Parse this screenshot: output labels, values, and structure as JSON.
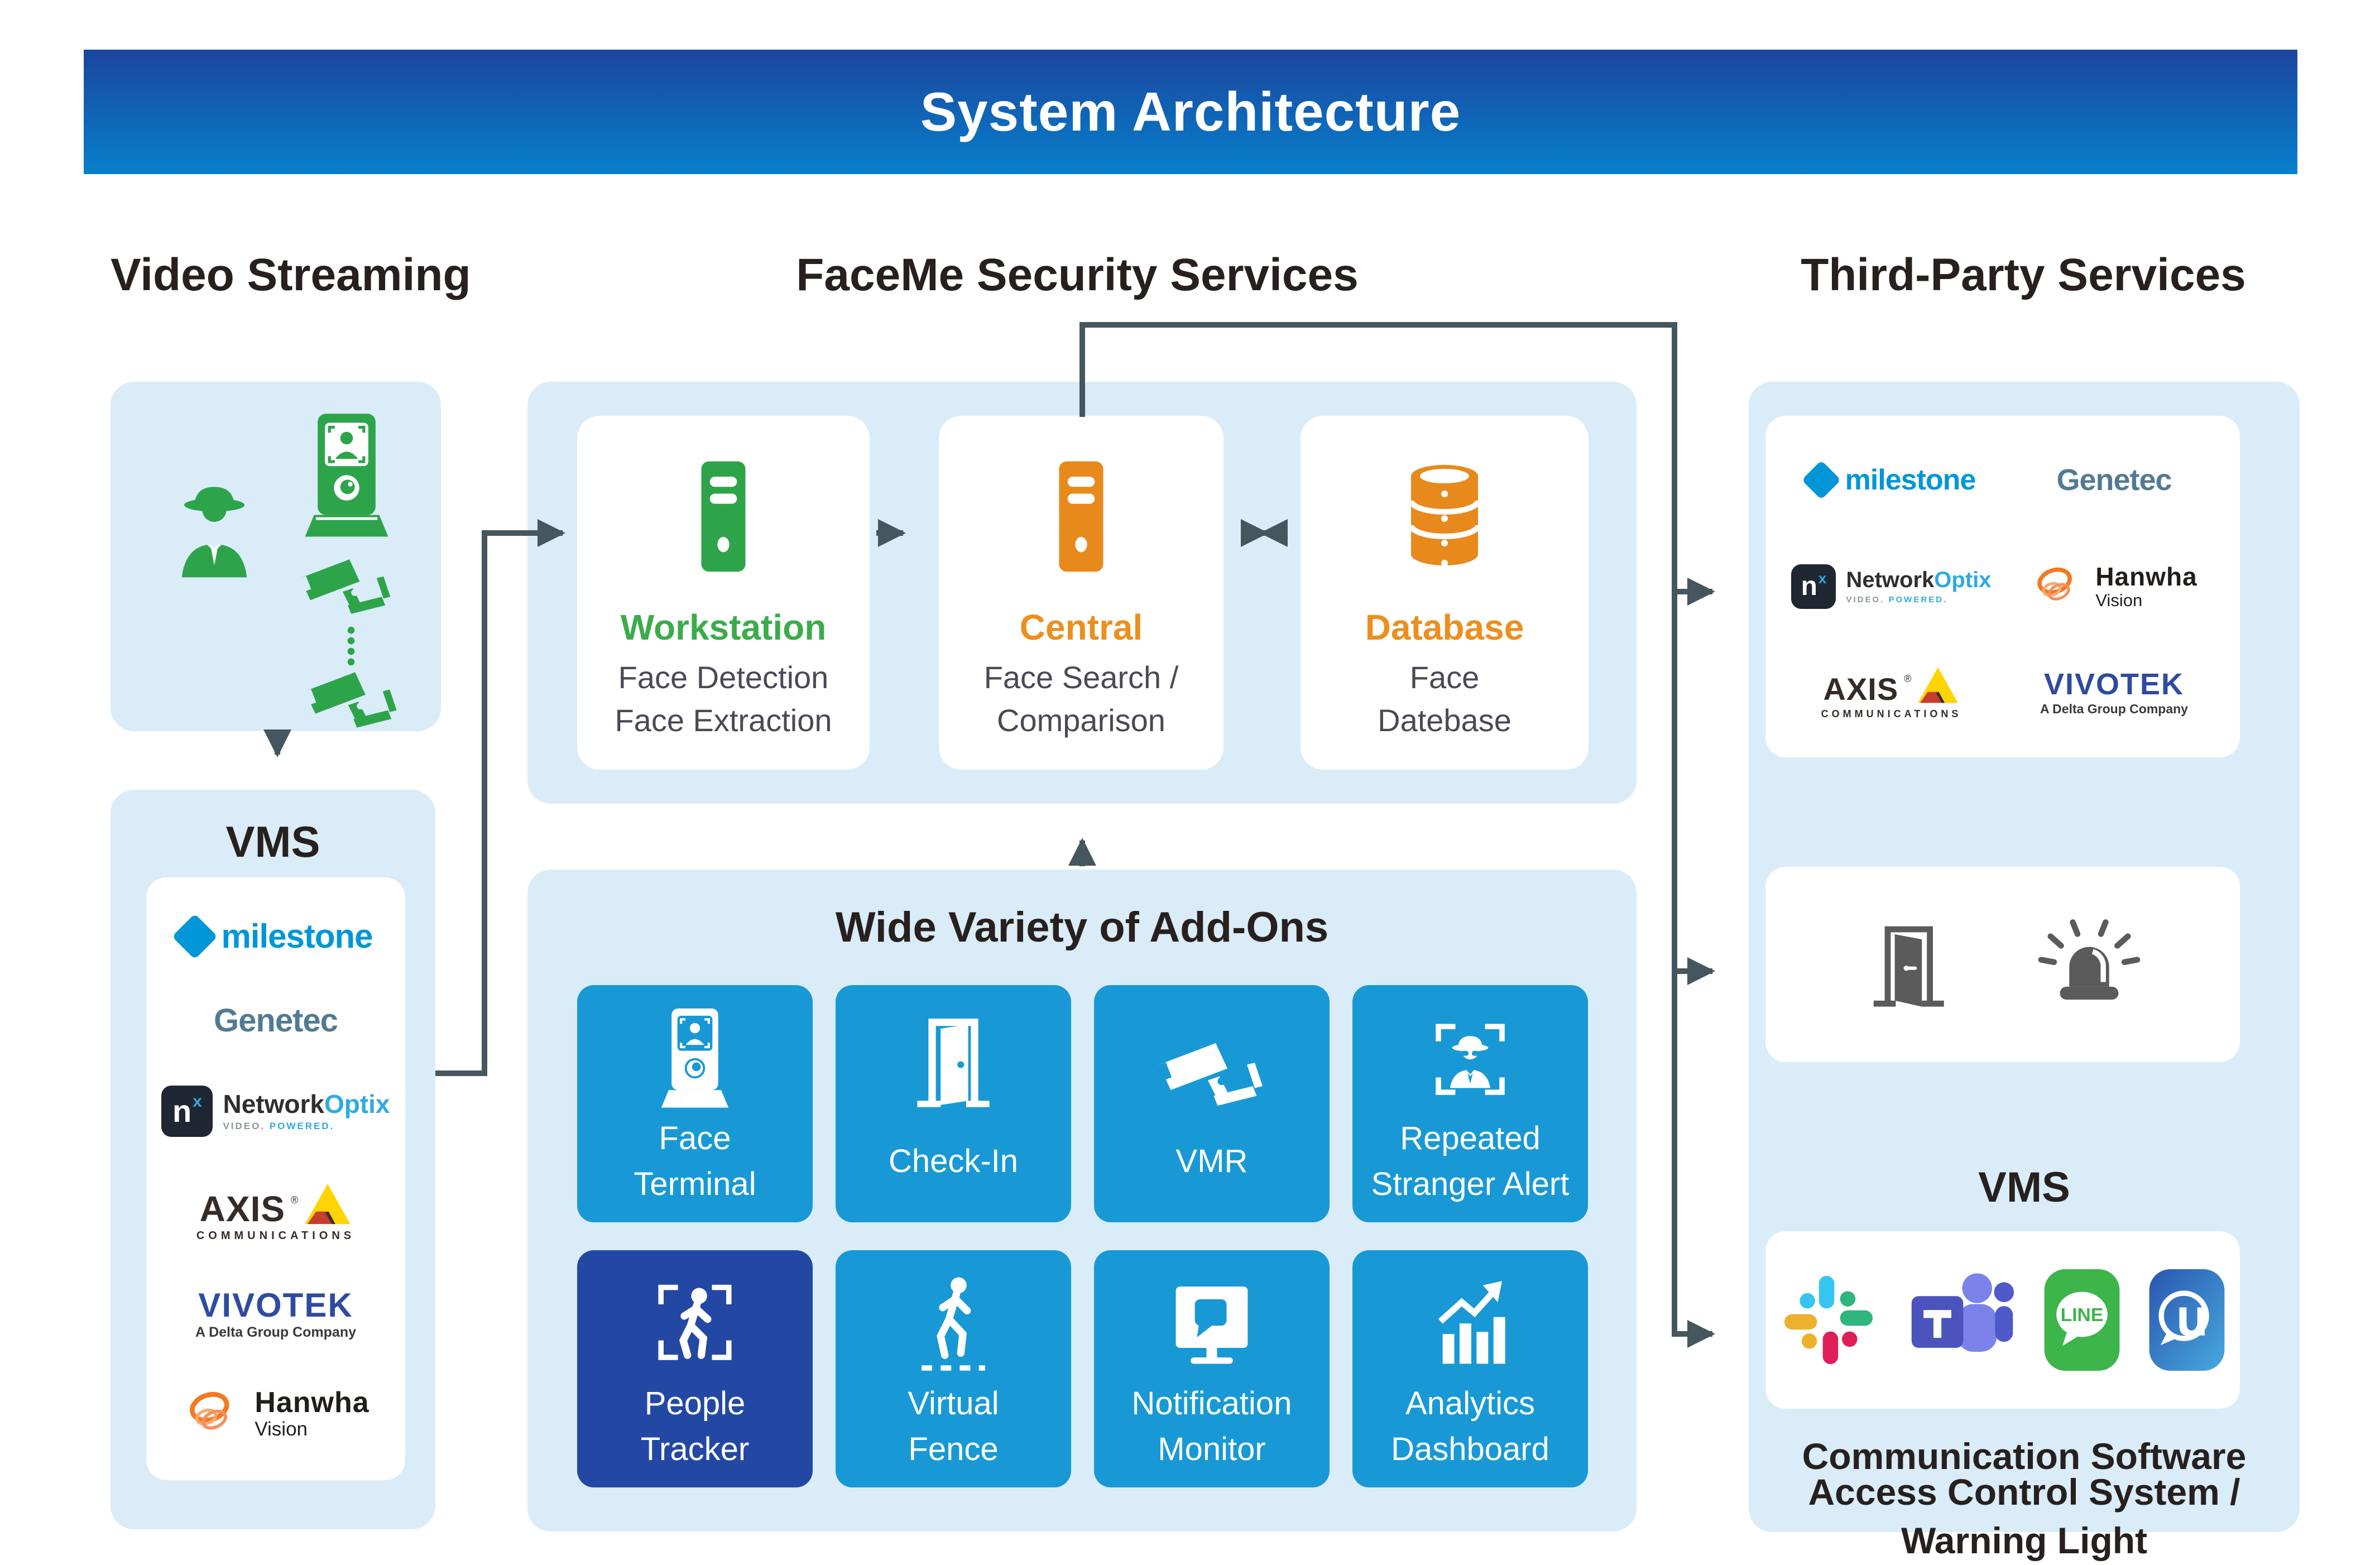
{
  "title": "System Architecture",
  "headings": {
    "video": "Video Streaming",
    "faceme": "FaceMe Security Services",
    "third_party": "Third-Party Services"
  },
  "vms_panel": {
    "label": "VMS"
  },
  "faceme_panel": {
    "workstation": {
      "label": "Workstation",
      "line1": "Face Detection",
      "line2": "Face Extraction"
    },
    "central": {
      "label": "Central",
      "line1": "Face Search /",
      "line2": "Comparison"
    },
    "database": {
      "label": "Database",
      "line1": "Face",
      "line2": "Datebase"
    }
  },
  "addons": {
    "heading": "Wide Variety of Add-Ons",
    "tiles": [
      {
        "line1": "Face",
        "line2": "Terminal"
      },
      {
        "line1": "Check-In",
        "line2": ""
      },
      {
        "line1": "VMR",
        "line2": ""
      },
      {
        "line1": "Repeated",
        "line2": "Stranger Alert"
      },
      {
        "line1": "People",
        "line2": "Tracker"
      },
      {
        "line1": "Virtual",
        "line2": "Fence"
      },
      {
        "line1": "Notification",
        "line2": "Monitor"
      },
      {
        "line1": "Analytics",
        "line2": "Dashboard"
      }
    ]
  },
  "third_party": {
    "vms_label": "VMS",
    "access_line1": "Access Control System /",
    "access_line2": "Warning Light",
    "comm_label": "Communication Software"
  },
  "logos": {
    "milestone": {
      "name": "milestone"
    },
    "genetec": {
      "name": "Genetec"
    },
    "networkoptix": {
      "mark_n": "n",
      "mark_x": "x",
      "name_1": "Network",
      "name_2": "Optix",
      "tag_1": "VIDEO.",
      "tag_2": "POWERED."
    },
    "axis": {
      "name": "AXIS",
      "reg": "®",
      "sub": "COMMUNICATIONS"
    },
    "vivotek": {
      "name": "VIVOTEK",
      "sub": "A Delta Group Company"
    },
    "hanwha": {
      "name": "Hanwha",
      "sub": "Vision"
    },
    "line_app": {
      "label": "LINE"
    },
    "teams": {
      "letter": "T"
    },
    "u_app": {
      "letter": "u"
    }
  },
  "colors": {
    "banner_top": "#1B459E",
    "banner_bottom": "#0680CC",
    "panel": "#D9ECF8",
    "heading": "#27201E",
    "green": "#2EA44A",
    "green_text": "#3BAC49",
    "orange": "#E8891C",
    "orange_text": "#EC8F1E",
    "arrow": "#45565E",
    "tile": "#1899D6",
    "tile_dark": "#2348A4",
    "subtext": "#4A4955",
    "milestone": "#0096D8",
    "genetec": "#527A94",
    "nx_blue": "#2FA9E2",
    "vivotek": "#2F4BA0",
    "axis_dark": "#352B27",
    "hanwha_orange": "#F47920",
    "line_green": "#3DB54A",
    "gray_icon": "#5B5B5B"
  }
}
